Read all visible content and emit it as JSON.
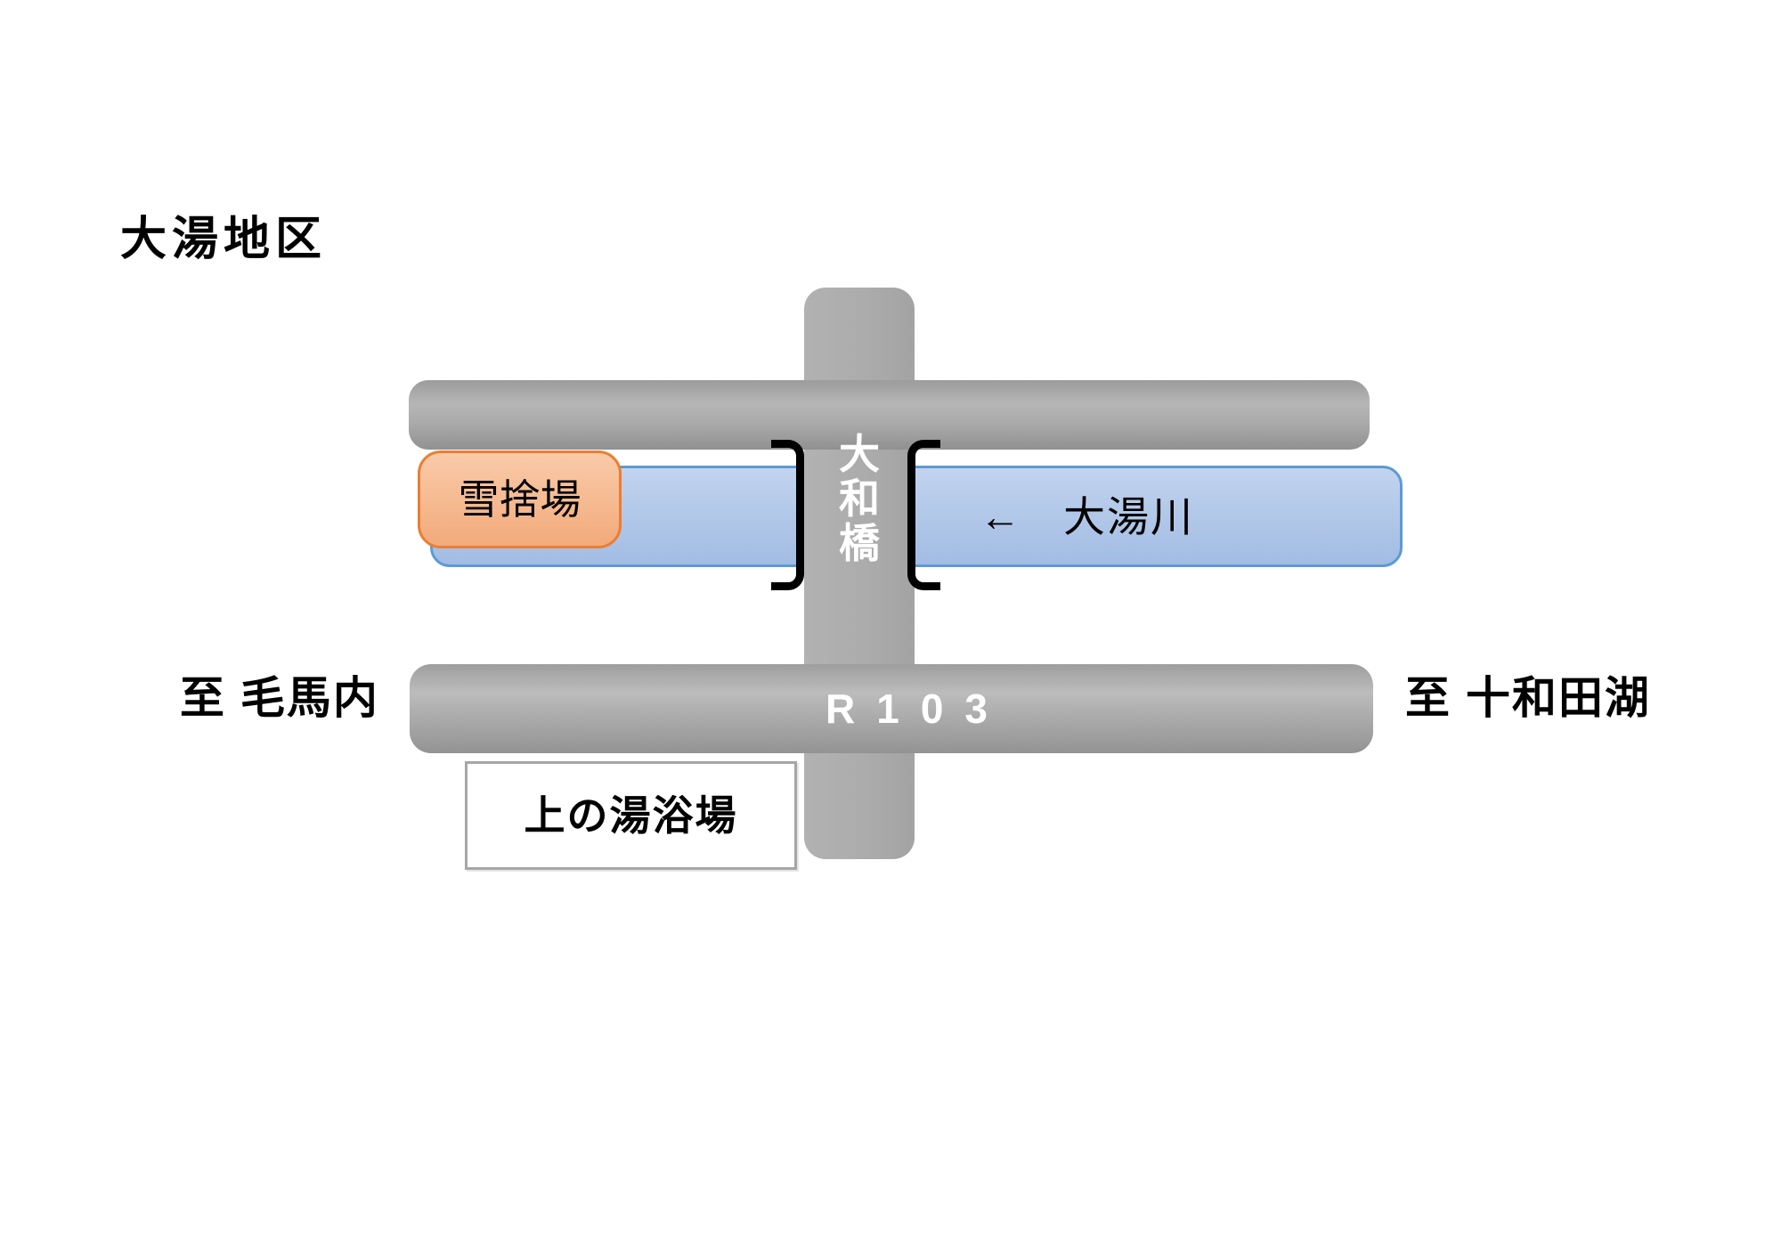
{
  "title": "大湯地区",
  "bridge": {
    "label": "大和橋",
    "chars": [
      "大",
      "和",
      "橋"
    ]
  },
  "river": {
    "flow_arrow": "←",
    "label": "大湯川"
  },
  "snow_dump": {
    "label": "雪捨場"
  },
  "route103": {
    "label": "R103",
    "dest_left": "至 毛馬内",
    "dest_right": "至 十和田湖"
  },
  "bathhouse": {
    "label": "上の湯浴場"
  },
  "colors": {
    "road_gray": "#ABABAB",
    "river_border": "#5B9BD5",
    "river_fill": "#AFC7E8",
    "snow_border": "#ED7D31",
    "snow_fill": "#F6BC93",
    "bracket_black": "#000000",
    "bathhouse_border": "#A6A6A6",
    "text_black": "#000000",
    "text_white": "#FFFFFF"
  }
}
